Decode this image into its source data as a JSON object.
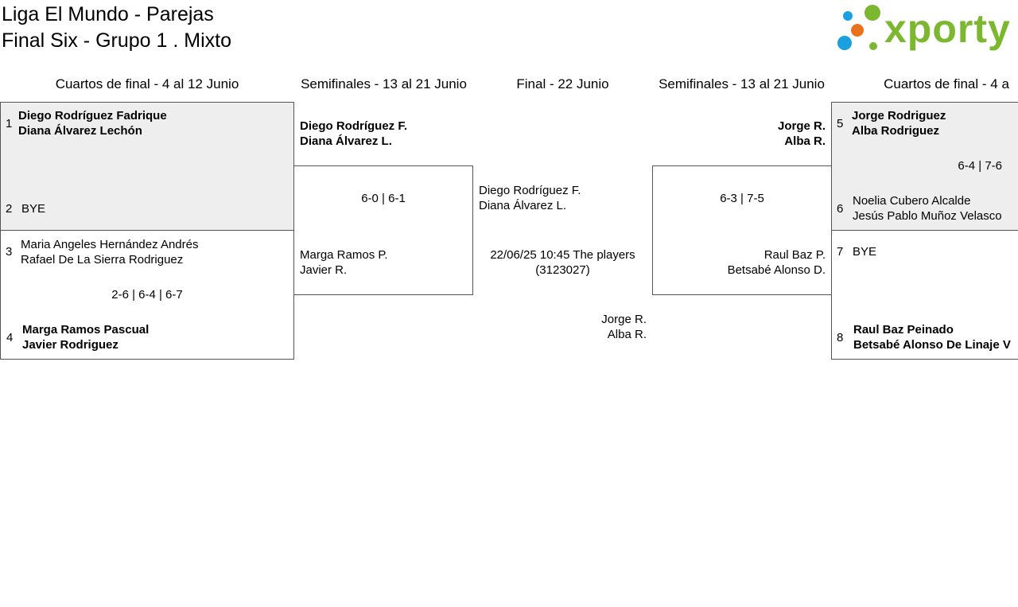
{
  "header": {
    "title_line1": "Liga El Mundo - Parejas",
    "title_line2": "Final Six - Grupo 1 . Mixto",
    "logo_text": "xporty"
  },
  "columns": {
    "qf_left": "Cuartos de final - 4 al 12 Junio",
    "sf_left": "Semifinales - 13 al 21 Junio",
    "final": "Final - 22 Junio",
    "sf_right": "Semifinales - 13 al 21 Junio",
    "qf_right": "Cuartos de final - 4 a"
  },
  "qf_left": {
    "match1": {
      "seed_a": "1",
      "a1": "Diego Rodríguez Fadrique",
      "a2": "Diana Álvarez Lechón",
      "seed_b": "2",
      "b1": "BYE"
    },
    "match2": {
      "seed_a": "3",
      "a1": "Maria Angeles Hernández Andrés",
      "a2": "Rafael De La Sierra Rodriguez",
      "score": "2-6 | 6-4 | 6-7",
      "seed_b": "4",
      "b1": "Marga Ramos Pascual",
      "b2": "Javier Rodriguez"
    }
  },
  "sf_left": {
    "a1": "Diego Rodríguez F.",
    "a2": "Diana Álvarez L.",
    "score": "6-0 | 6-1",
    "b1": "Marga Ramos P.",
    "b2": "Javier R."
  },
  "final": {
    "a1": "Diego Rodríguez F.",
    "a2": "Diana Álvarez L.",
    "info1": "22/06/25 10:45 The players",
    "info2": "(3123027)",
    "b1": "Jorge R.",
    "b2": "Alba R."
  },
  "sf_right": {
    "a1": "Jorge R.",
    "a2": "Alba R.",
    "score": "6-3 | 7-5",
    "b1": "Raul Baz P.",
    "b2": "Betsabé Alonso D."
  },
  "qf_right": {
    "match1": {
      "seed_a": "5",
      "a1": "Jorge Rodriguez",
      "a2": "Alba Rodriguez",
      "score": "6-4 | 7-6",
      "seed_b": "6",
      "b1": "Noelia Cubero Alcalde",
      "b2": "Jesús Pablo Muñoz Velasco"
    },
    "match2": {
      "seed_a": "7",
      "a1": "BYE",
      "seed_b": "8",
      "b1": "Raul Baz Peinado",
      "b2": "Betsabé Alonso De Linaje V"
    }
  },
  "colors": {
    "logo_green": "#7cb82f",
    "dot_blue": "#1a9fe0",
    "dot_orange": "#e8731c",
    "shaded": "#eeeeee"
  }
}
